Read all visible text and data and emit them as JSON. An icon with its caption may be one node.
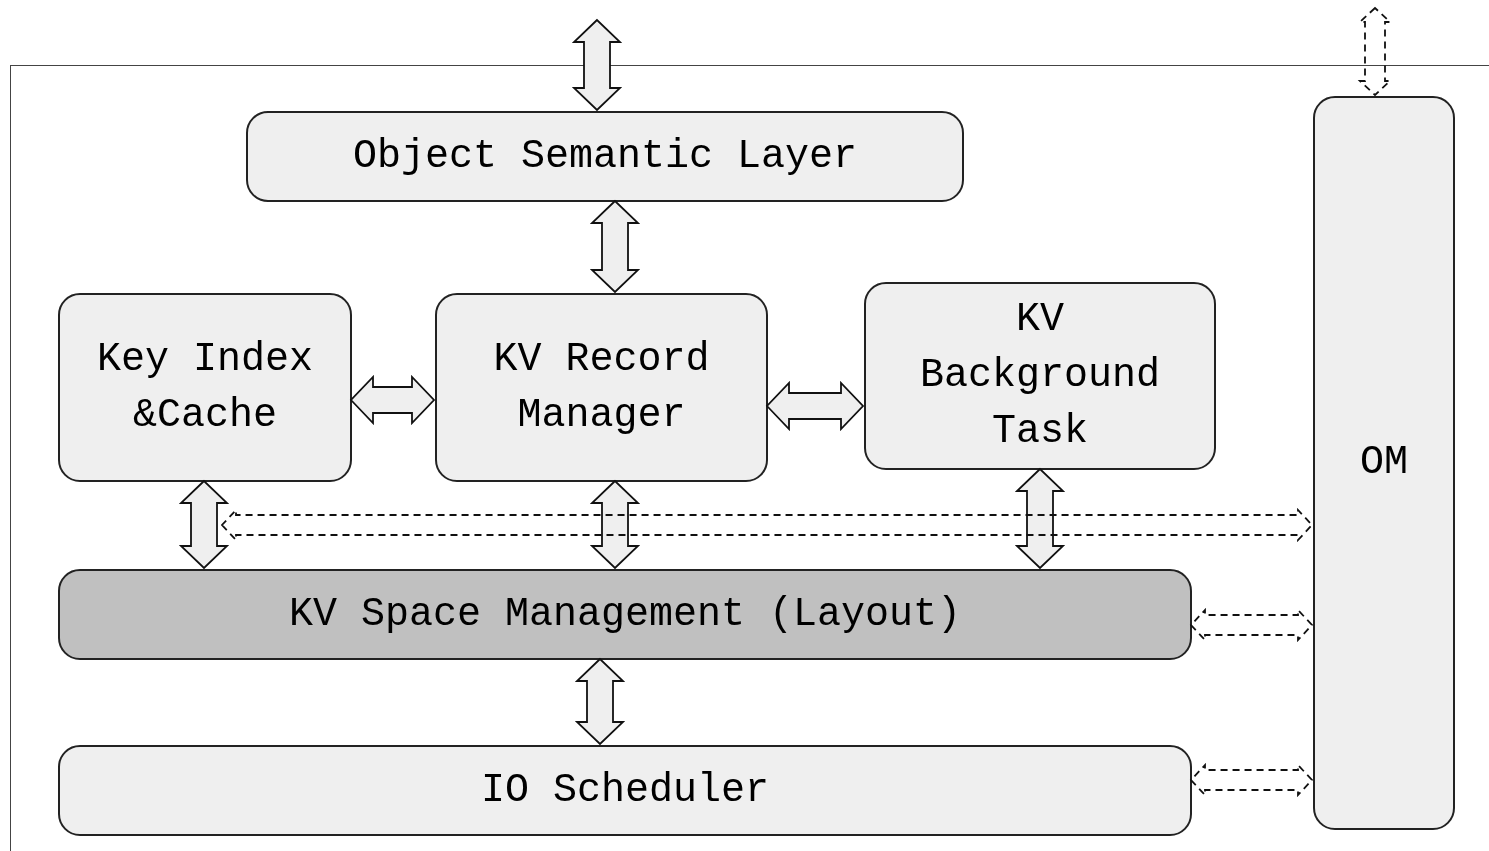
{
  "diagram": {
    "nodes": [
      {
        "text": [],
        "shape": "box"
      },
      {
        "text": [
          "Object Semantic Layer"
        ],
        "in": 0
      },
      {
        "text": [
          "Key Index &Cache"
        ],
        "in": 0
      },
      {
        "text": [
          "KV Record Manager"
        ],
        "in": 0
      },
      {
        "text": [
          "KV Background Task"
        ],
        "in": 0
      },
      {
        "text": [
          "KV Space Management (Layout)"
        ],
        "in": 0
      },
      {
        "text": [
          "IO Scheduler"
        ],
        "in": 0
      },
      {
        "text": [
          "OM"
        ],
        "in": 0
      }
    ],
    "edges": [
      {
        "from": null,
        "to": 1,
        "arrow": "both"
      },
      {
        "from": 2,
        "to": 3,
        "arrow": "both"
      },
      {
        "from": 3,
        "to": 4,
        "arrow": "both"
      },
      {
        "from": 1,
        "to": 3,
        "arrow": "both"
      },
      {
        "from": 2,
        "to": 5,
        "arrow": "both"
      },
      {
        "from": 3,
        "to": 5,
        "arrow": "both"
      },
      {
        "from": 4,
        "to": 5,
        "arrow": "both"
      },
      {
        "from": 5,
        "to": 6,
        "arrow": "both"
      },
      {
        "from": null,
        "to": 7,
        "arrow": "both",
        "style": "dashed"
      },
      {
        "from": 5,
        "to": 7,
        "arrow": "both",
        "style": "dashed"
      },
      {
        "from": 6,
        "to": 7,
        "arrow": "both",
        "style": "dashed"
      },
      {
        "from": null,
        "to": 7,
        "arrow": "both",
        "style": "dashed"
      }
    ]
  }
}
